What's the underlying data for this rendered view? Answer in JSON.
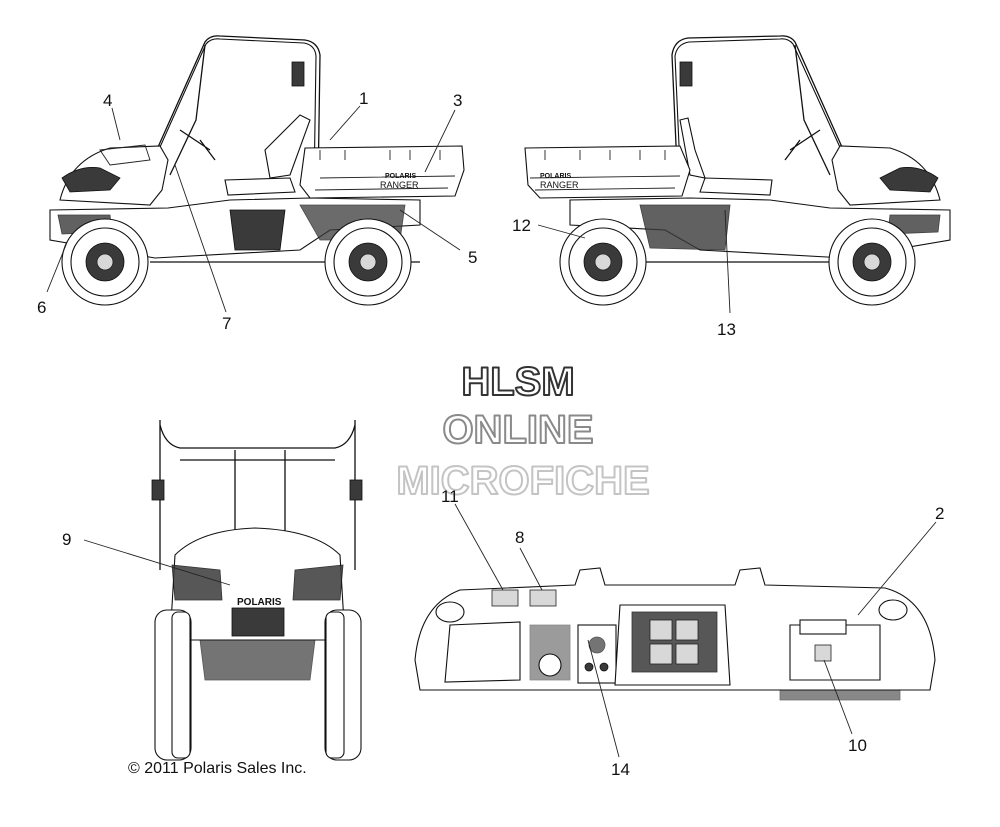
{
  "watermark": {
    "line1": "HLSM",
    "line2": "ONLINE",
    "line3": "MICROFICHE",
    "color1": "#333333",
    "color2": "#8a8a8a",
    "color3": "#c4c4c4"
  },
  "callouts": {
    "c1": "1",
    "c2": "2",
    "c3": "3",
    "c4": "4",
    "c5": "5",
    "c6": "6",
    "c7": "7",
    "c8": "8",
    "c9": "9",
    "c10": "10",
    "c11": "11",
    "c12": "12",
    "c13": "13",
    "c14": "14"
  },
  "decals": {
    "brand_small": "POLARIS",
    "model": "RANGER",
    "front_brand": "POLARIS"
  },
  "copyright": "© 2011 Polaris Sales Inc."
}
